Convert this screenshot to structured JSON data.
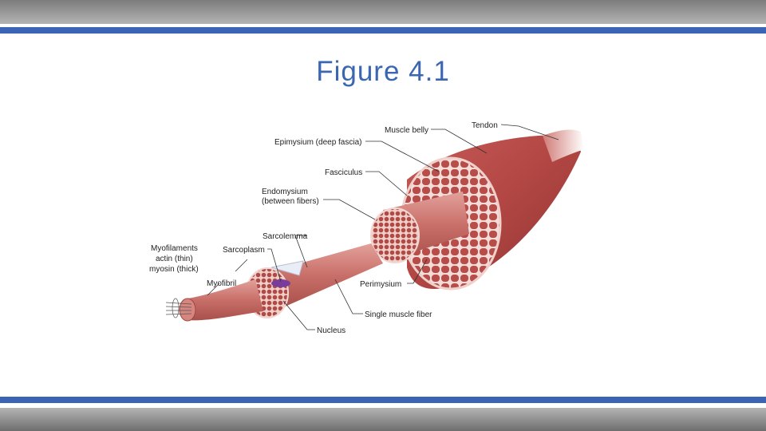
{
  "slide": {
    "title": "Figure 4.1"
  },
  "figure": {
    "labels": {
      "tendon": "Tendon",
      "muscle_belly": "Muscle belly",
      "epimysium": "Epimysium (deep fascia)",
      "fasciculus": "Fasciculus",
      "endomysium_1": "Endomysium",
      "endomysium_2": "(between fibers)",
      "sarcolemma": "Sarcolemma",
      "sarcoplasm": "Sarcoplasm",
      "myofilaments_1": "Myofilaments",
      "myofilaments_2": "actin (thin)",
      "myofilaments_3": "myosin (thick)",
      "myofibril": "Myofibril",
      "perimysium": "Perimysium",
      "single_muscle_fiber": "Single muscle fiber",
      "nucleus": "Nucleus"
    }
  },
  "colors": {
    "accent_blue": "#3b63b6",
    "title_blue": "#3a66b3",
    "muscle_red": "#b44a4a",
    "muscle_light": "#e6a6a0"
  }
}
